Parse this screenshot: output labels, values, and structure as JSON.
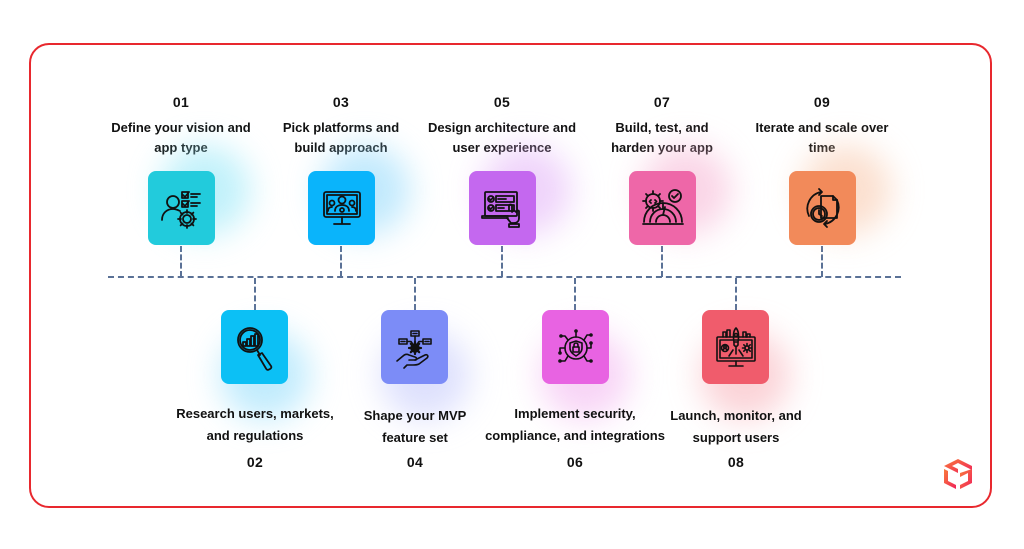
{
  "diagram": {
    "type": "timeline",
    "border_color": "#e8282e",
    "line_color": "#5a7196",
    "steps": [
      {
        "number": "01",
        "title_line1": "Define your vision and",
        "title_line2": "app type",
        "icon": "user-checklist-gear-icon",
        "color": "#22cbdc",
        "position": "top"
      },
      {
        "number": "02",
        "title_line1": "Research users, markets,",
        "title_line2": "and regulations",
        "icon": "magnifier-chart-icon",
        "color": "#0cc0f5",
        "position": "bottom"
      },
      {
        "number": "03",
        "title_line1": "Pick platforms and",
        "title_line2": "build approach",
        "icon": "monitor-team-icon",
        "color": "#0ab4fb",
        "position": "top"
      },
      {
        "number": "04",
        "title_line1": "Shape your MVP",
        "title_line2": "feature set",
        "icon": "hand-gear-features-icon",
        "color": "#7c8cf7",
        "position": "bottom"
      },
      {
        "number": "05",
        "title_line1": "Design architecture and",
        "title_line2": "user experience",
        "icon": "laptop-checklist-pointer-icon",
        "color": "#c468ef",
        "position": "top"
      },
      {
        "number": "06",
        "title_line1": "Implement security,",
        "title_line2": "compliance, and integrations",
        "icon": "shield-lock-circuit-icon",
        "color": "#e863e2",
        "position": "bottom"
      },
      {
        "number": "07",
        "title_line1": "Build, test, and",
        "title_line2": "harden your app",
        "icon": "gauge-gear-check-icon",
        "color": "#ee67a8",
        "position": "top"
      },
      {
        "number": "08",
        "title_line1": "Launch, monitor, and",
        "title_line2": "support users",
        "icon": "monitor-rocket-icon",
        "color": "#f05c6c",
        "position": "bottom"
      },
      {
        "number": "09",
        "title_line1": "Iterate and scale over",
        "title_line2": "time",
        "icon": "cycle-clock-document-icon",
        "color": "#f28a5a",
        "position": "top"
      }
    ]
  },
  "brand": {
    "logo_icon": "cube-logo-icon",
    "logo_color_start": "#f97a3a",
    "logo_color_end": "#f0235a"
  }
}
